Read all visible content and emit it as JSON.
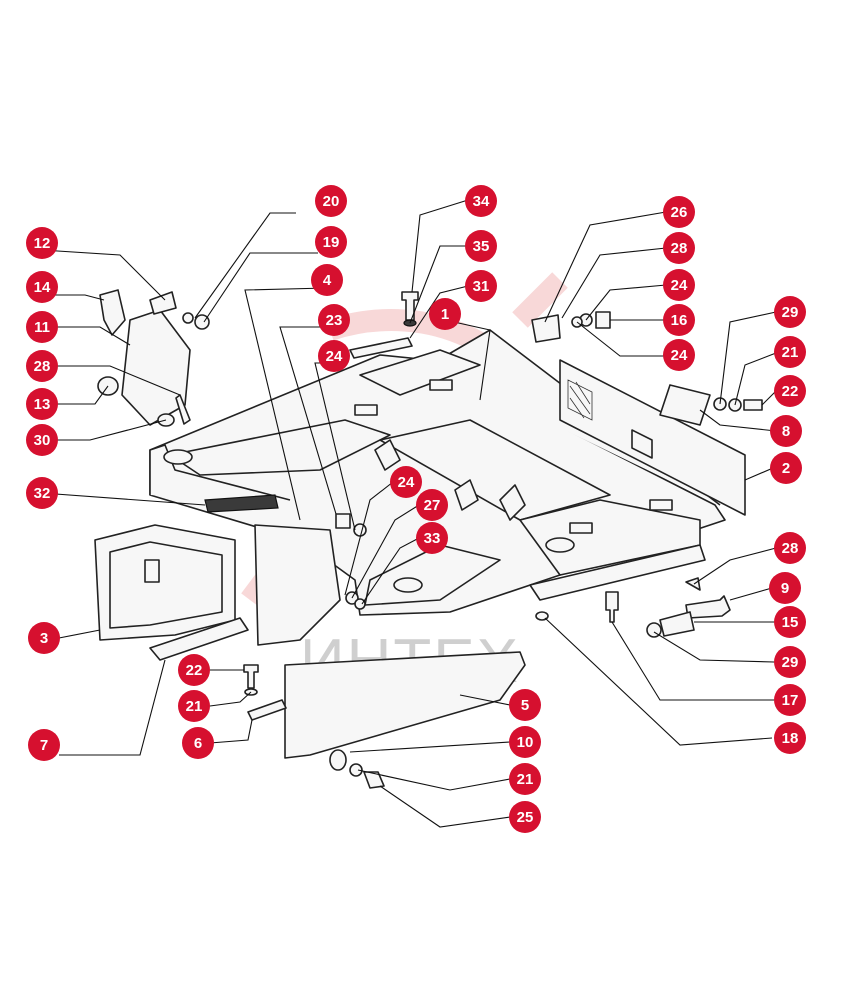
{
  "watermark": {
    "text": "ИНТЕХ"
  },
  "colors": {
    "callout": "#d6102f",
    "line": "#111111",
    "part_fill": "#f7f7f7",
    "watermark_logo": "#f2b8b8"
  },
  "callouts": [
    {
      "id": "c20",
      "label": "20"
    },
    {
      "id": "c34",
      "label": "34"
    },
    {
      "id": "c26",
      "label": "26"
    },
    {
      "id": "c12",
      "label": "12"
    },
    {
      "id": "c19",
      "label": "19"
    },
    {
      "id": "c35",
      "label": "35"
    },
    {
      "id": "c28a",
      "label": "28"
    },
    {
      "id": "c14",
      "label": "14"
    },
    {
      "id": "c4",
      "label": "4"
    },
    {
      "id": "c31",
      "label": "31"
    },
    {
      "id": "c24a",
      "label": "24"
    },
    {
      "id": "c29a",
      "label": "29"
    },
    {
      "id": "c11",
      "label": "11"
    },
    {
      "id": "c23",
      "label": "23"
    },
    {
      "id": "c1",
      "label": "1"
    },
    {
      "id": "c16",
      "label": "16"
    },
    {
      "id": "c24b",
      "label": "24"
    },
    {
      "id": "c24c",
      "label": "24"
    },
    {
      "id": "c21a",
      "label": "21"
    },
    {
      "id": "c28b",
      "label": "28"
    },
    {
      "id": "c22a",
      "label": "22"
    },
    {
      "id": "c13",
      "label": "13"
    },
    {
      "id": "c8",
      "label": "8"
    },
    {
      "id": "c30",
      "label": "30"
    },
    {
      "id": "c2",
      "label": "2"
    },
    {
      "id": "c24d",
      "label": "24"
    },
    {
      "id": "c32",
      "label": "32"
    },
    {
      "id": "c27",
      "label": "27"
    },
    {
      "id": "c33",
      "label": "33"
    },
    {
      "id": "c28c",
      "label": "28"
    },
    {
      "id": "c9",
      "label": "9"
    },
    {
      "id": "c15",
      "label": "15"
    },
    {
      "id": "c3",
      "label": "3"
    },
    {
      "id": "c29b",
      "label": "29"
    },
    {
      "id": "c22b",
      "label": "22"
    },
    {
      "id": "c17",
      "label": "17"
    },
    {
      "id": "c5",
      "label": "5"
    },
    {
      "id": "c21b",
      "label": "21"
    },
    {
      "id": "c18",
      "label": "18"
    },
    {
      "id": "c6",
      "label": "6"
    },
    {
      "id": "c7",
      "label": "7"
    },
    {
      "id": "c10",
      "label": "10"
    },
    {
      "id": "c21c",
      "label": "21"
    },
    {
      "id": "c25",
      "label": "25"
    }
  ]
}
